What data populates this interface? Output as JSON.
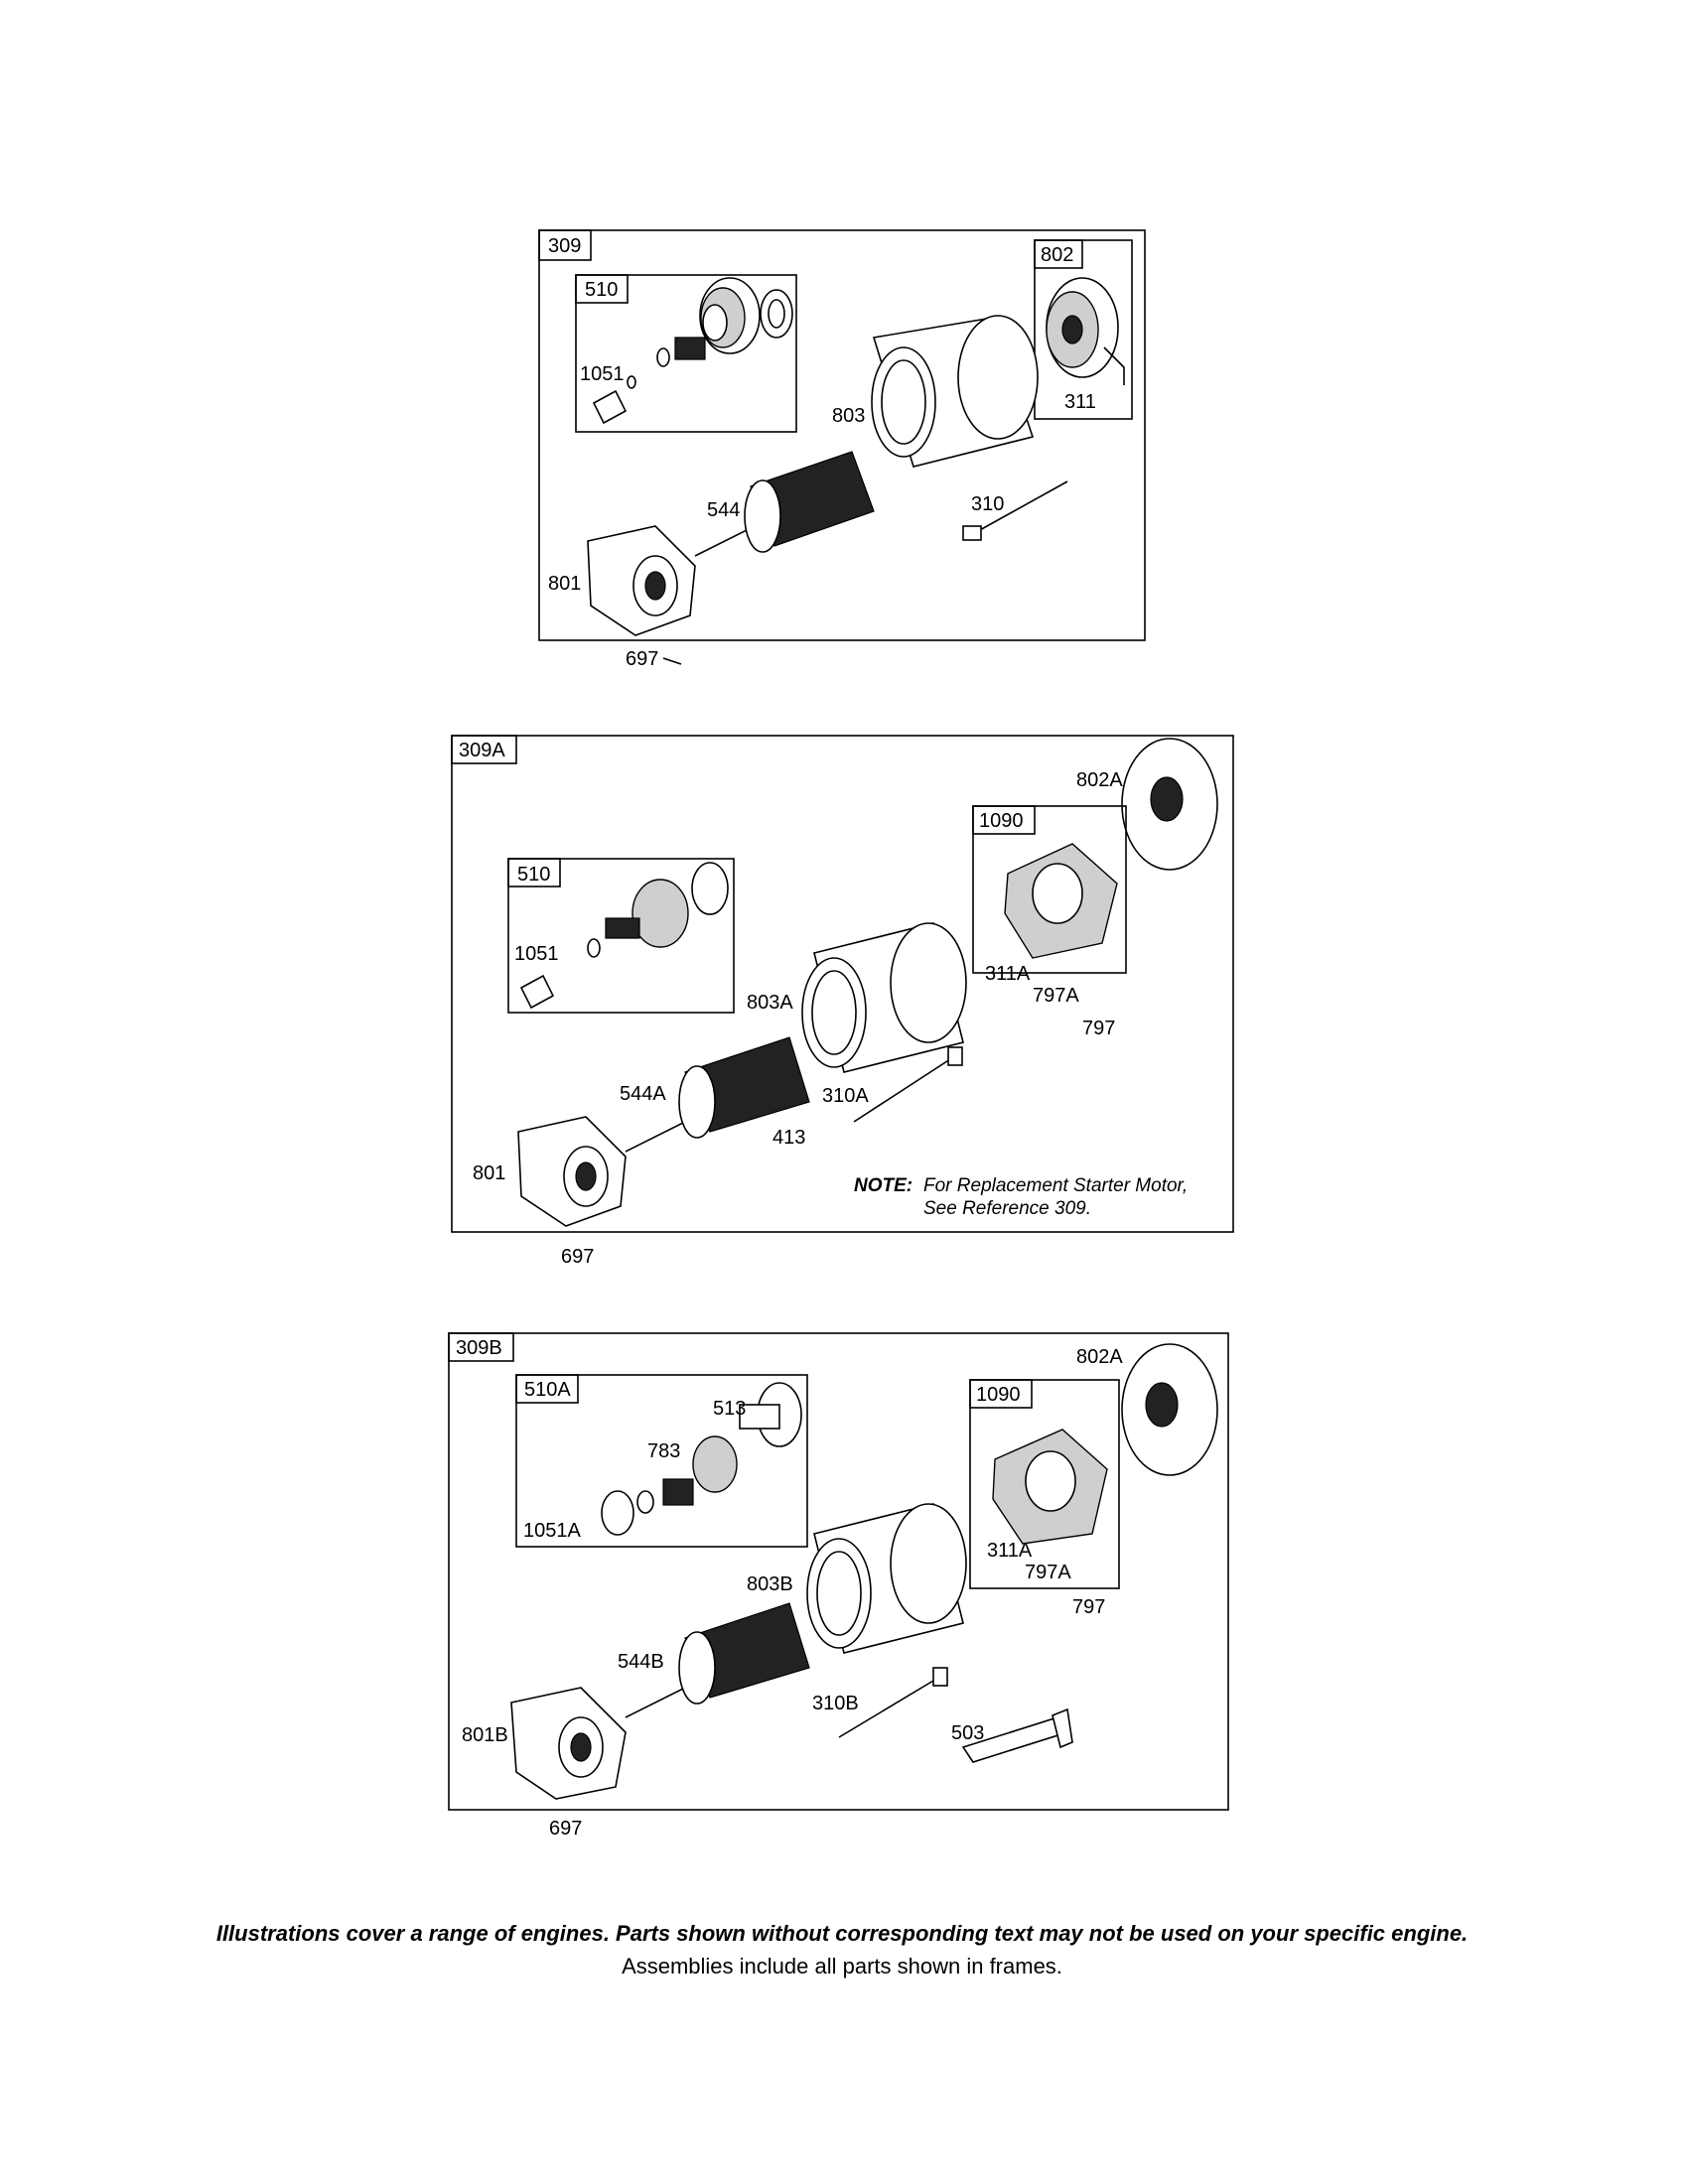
{
  "diagrams": [
    {
      "ref": "309",
      "callouts": [
        "510",
        "1051",
        "802",
        "311",
        "803",
        "544",
        "310",
        "801",
        "697"
      ]
    },
    {
      "ref": "309A",
      "callouts": [
        "802A",
        "1090",
        "510",
        "1051",
        "311A",
        "797A",
        "803A",
        "797",
        "544A",
        "310A",
        "413",
        "801",
        "697"
      ],
      "note_label": "NOTE:",
      "note_line1": "For Replacement Starter Motor,",
      "note_line2": "See Reference 309."
    },
    {
      "ref": "309B",
      "callouts": [
        "802A",
        "510A",
        "1090",
        "513",
        "783",
        "1051A",
        "311A",
        "797A",
        "803B",
        "797",
        "544B",
        "310B",
        "503",
        "801B",
        "697"
      ]
    }
  ],
  "footer": {
    "line1": "Illustrations cover a range of engines. Parts shown without corresponding text may not be used on your specific engine.",
    "line2": "Assemblies include all parts shown in frames."
  }
}
